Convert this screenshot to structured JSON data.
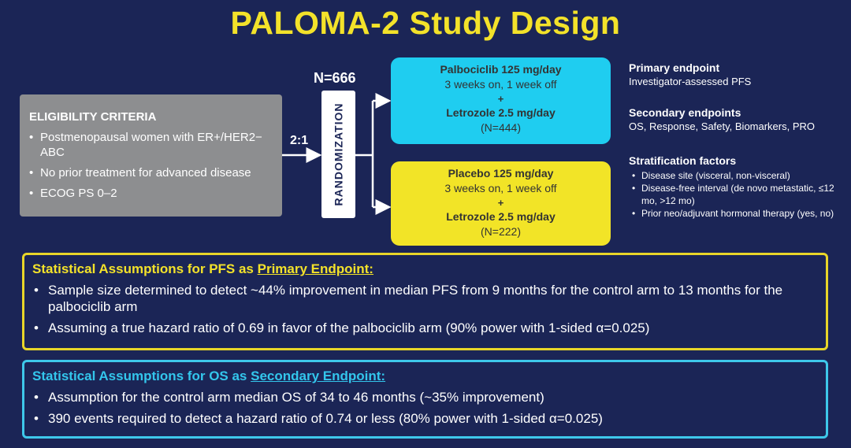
{
  "title": "PALOMA-2 Study Design",
  "eligibility": {
    "heading": "ELIGIBILITY CRITERIA",
    "items": [
      "Postmenopausal women with ER+/HER2− ABC",
      "No prior treatment for advanced disease",
      "ECOG PS 0–2"
    ]
  },
  "randomization": {
    "n": "N=666",
    "ratio": "2:1",
    "label": "RANDOMIZATION"
  },
  "arms": [
    {
      "drug": "Palbociclib 125 mg/day",
      "schedule": "3 weeks on, 1 week off",
      "plus": "+",
      "combo": "Letrozole 2.5 mg/day",
      "n": "(N=444)"
    },
    {
      "drug": "Placebo 125 mg/day",
      "schedule": "3 weeks on, 1 week off",
      "plus": "+",
      "combo": "Letrozole 2.5 mg/day",
      "n": "(N=222)"
    }
  ],
  "endpoints": {
    "primary_heading": "Primary endpoint",
    "primary_text": "Investigator-assessed PFS",
    "secondary_heading": "Secondary endpoints",
    "secondary_text": "OS, Response, Safety, Biomarkers, PRO",
    "stratification_heading": "Stratification factors",
    "stratification_items": [
      "Disease site (visceral, non-visceral)",
      "Disease-free interval (de novo metastatic, ≤12 mo, >12 mo)",
      "Prior neo/adjuvant hormonal therapy (yes, no)"
    ]
  },
  "pfs_box": {
    "title_prefix": "Statistical Assumptions for PFS as ",
    "title_emph": "Primary Endpoint:",
    "items": [
      "Sample size determined to detect ~44% improvement in median PFS from 9 months for the control arm to 13 months for the palbociclib arm",
      "Assuming a true hazard ratio of 0.69 in favor of the palbociclib arm (90% power with 1-sided α=0.025)"
    ]
  },
  "os_box": {
    "title_prefix": "Statistical Assumptions for OS as ",
    "title_emph": "Secondary Endpoint:",
    "items": [
      "Assumption for the control arm median OS of 34 to 46 months (~35% improvement)",
      "390 events required to detect a hazard ratio of 0.74 or less (80% power with 1-sided α=0.025)"
    ]
  },
  "colors": {
    "background": "#1b2556",
    "title": "#f3e22a",
    "palbociclib_arm": "#1fcdf0",
    "placebo_arm": "#f2e427",
    "eligibility_box": "#8d8e90"
  }
}
